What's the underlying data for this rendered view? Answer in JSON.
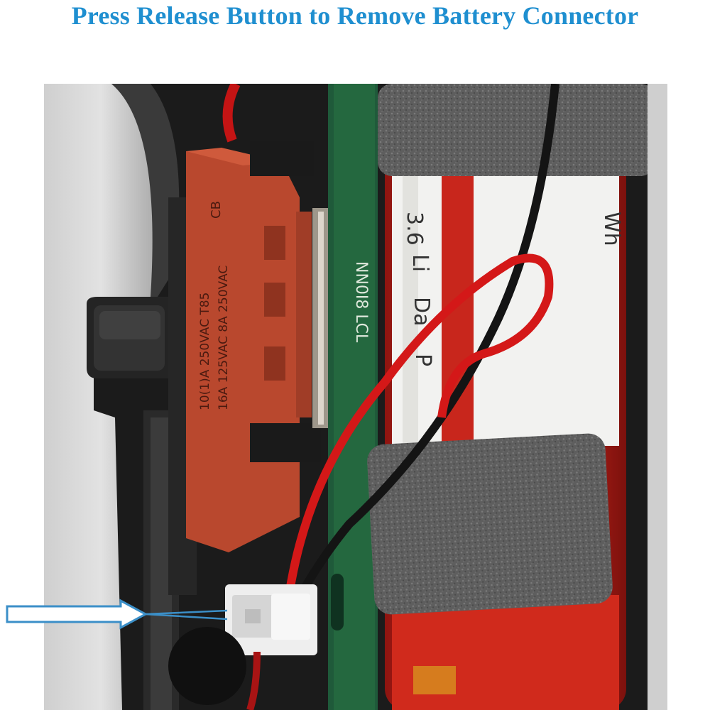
{
  "headline": {
    "text": "Press Release Button to Remove Battery Connector",
    "color": "#1f8fd0"
  },
  "photo": {
    "switch_markings": {
      "line1": "10(1)A 250VAC T85",
      "line2": "16A 125VAC  8A 250VAC",
      "cert": "CB"
    },
    "pcb_marking": "NN0I8 LCL",
    "cell_markings": [
      "3.6",
      "Li",
      "Da",
      "P"
    ],
    "cell_right_marking": "Wh",
    "colors": {
      "switch": "#b9482e",
      "pcb": "#1f5a3a",
      "cell": "#c8261c",
      "label": "#f2f2f0",
      "foam": "#5d5d5d",
      "housing": "#2a2a2a",
      "wire_red": "#d41818",
      "wire_black": "#141414",
      "connector": "#eeeeee"
    }
  },
  "pointer": {
    "label": "release-button-pointer",
    "color": "#3b8fc8"
  }
}
